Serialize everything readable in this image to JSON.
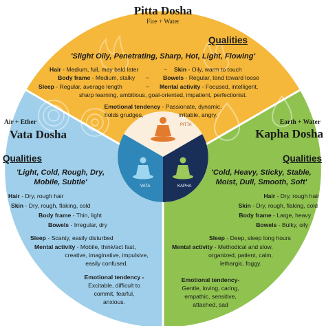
{
  "colors": {
    "pitta": "#f5b83a",
    "vata": "#9fcfea",
    "kapha": "#8fc24f",
    "center": "#1f4f7a",
    "ring": "#ffffff"
  },
  "pitta": {
    "title": "Pitta Dosha",
    "elements": "Fire + Water",
    "qualities_heading": "Qualities",
    "qualities": "'Slight Oily, Penetrating, Sharp, Hot, Light, Flowing'",
    "rows": [
      {
        "label": "Hair",
        "value": " - Medium, full, may bald later",
        "sep": "~",
        "label2": "Skin",
        "value2": " - Oily, warm to touch"
      },
      {
        "label": "Body frame",
        "value": " - Medium, stalky",
        "sep": "~",
        "label2": "Bowels",
        "value2": " - Regular, tend toward loose"
      },
      {
        "label": "Sleep",
        "value": " - Regular, average length",
        "sep": "~",
        "label2": "Mental activity",
        "value2": " - Focused, intelligent,"
      }
    ],
    "mental_cont": "sharp learning, ambitious, goal-oriented, impatient, perfectionist.",
    "emotional_label": "Emotional tendency",
    "emotional_value": " - Passionate, dynamic,",
    "emotional_cont_left": "holds grudges,",
    "emotional_cont_right": "irritable, angry."
  },
  "vata": {
    "elements": "Air + Ether",
    "title": "Vata Dosha",
    "qualities_heading": "Qualities",
    "qualities_1": "'Light, Cold, Rough, Dry,",
    "qualities_2": "Mobile, Subtle'",
    "rows": [
      {
        "label": "Hair",
        "value": " - Dry, rough hair"
      },
      {
        "label": "Skin",
        "value": " - Dry, rough, flaking, cold"
      },
      {
        "label": "Body frame",
        "value": " - Thin, light"
      },
      {
        "label": "Bowels",
        "value": " - Irregular, dry"
      },
      {
        "label": "Sleep",
        "value": " - Scanty, easily disturbed"
      },
      {
        "label": "Mental activity",
        "value": " - Mobile, think/act fast,"
      }
    ],
    "mental_cont_1": "creative, imaginative, impulsive,",
    "mental_cont_2": "easily confused.",
    "emotional_label": "Emotional tendency -",
    "emotional_1": "Excitable, difficult to",
    "emotional_2": "commit, fearful,",
    "emotional_3": "anxious."
  },
  "kapha": {
    "elements": "Earth + Water",
    "title": "Kapha Dosha",
    "qualities_heading": "Qualities",
    "qualities_1": "'Cold, Heavy, Sticky, Stable,",
    "qualities_2": "Moist, Dull, Smooth, Soft'",
    "rows": [
      {
        "label": "Hair",
        "value": " - Dry, rough hair"
      },
      {
        "label": "Skin",
        "value": " - Dry, rough, flaking, cold"
      },
      {
        "label": "Body frame",
        "value": " - Large, heavy"
      },
      {
        "label": "Bowels",
        "value": " - Bulky, oily"
      },
      {
        "label": "Sleep",
        "value": " - Deep, sleep long hours"
      },
      {
        "label": "Mental activity",
        "value": " - Methodical and slow,"
      }
    ],
    "mental_cont_1": "organized, patient, calm,",
    "mental_cont_2": "lethargic, foggy.",
    "emotional_label": "Emotional tendency-",
    "emotional_1": "Gentle, loving, caring,",
    "emotional_2": "empathic, sensitive,",
    "emotional_3": "attached, sad"
  },
  "center": {
    "pitta_label": "PITTA",
    "vata_label": "VATA",
    "kapha_label": "KAPHA"
  }
}
